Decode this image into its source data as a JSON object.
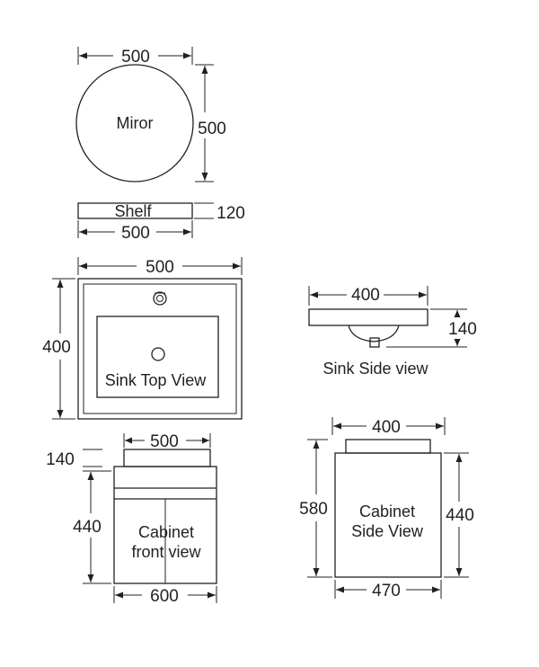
{
  "mirror": {
    "label": "Miror",
    "width": "500",
    "height": "500"
  },
  "shelf": {
    "label": "Shelf",
    "width": "500",
    "depth": "120"
  },
  "sink_top": {
    "label": "Sink Top View",
    "width": "500",
    "depth": "400"
  },
  "sink_side": {
    "label": "Sink Side view",
    "width": "400",
    "height": "140"
  },
  "cabinet_front": {
    "label_line1": "Cabinet",
    "label_line2": "front view",
    "top_width": "500",
    "top_height": "140",
    "height": "440",
    "width": "600"
  },
  "cabinet_side": {
    "label_line1": "Cabinet",
    "label_line2": "Side View",
    "top_width": "400",
    "total_height": "580",
    "height": "440",
    "width": "470"
  }
}
